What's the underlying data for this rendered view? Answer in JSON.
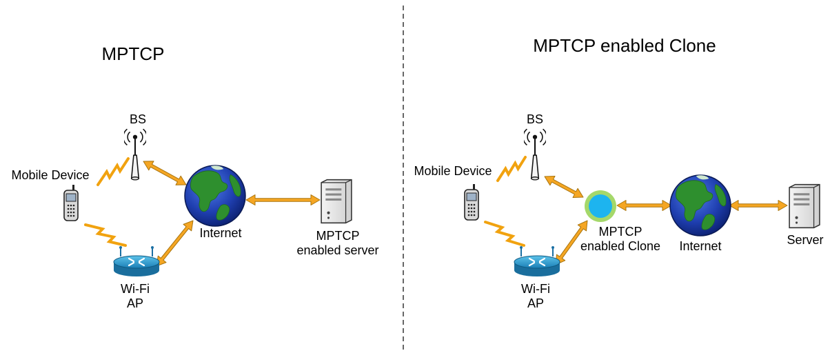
{
  "left_panel": {
    "title": "MPTCP",
    "labels": {
      "bs": "BS",
      "mobile_device": "Mobile Device",
      "internet": "Internet",
      "server_line1": "MPTCP",
      "server_line2": "enabled server",
      "wifi_line1": "Wi-Fi",
      "wifi_line2": "AP"
    }
  },
  "right_panel": {
    "title": "MPTCP enabled Clone",
    "labels": {
      "bs": "BS",
      "mobile_device": "Mobile Device",
      "clone_line1": "MPTCP",
      "clone_line2": "enabled Clone",
      "internet": "Internet",
      "server": "Server",
      "wifi_line1": "Wi-Fi",
      "wifi_line2": "AP"
    }
  },
  "colors": {
    "arrow_fill": "#f5a623",
    "arrow_edge": "#a8740e",
    "lightning": "#f1a20f",
    "divider": "#333333",
    "clone_ring": "#a5d86a",
    "clone_core": "#1db4ef",
    "ocean": "#1f3fb0",
    "land": "#2e8f2e"
  },
  "icons": [
    "antenna-tower-icon",
    "mobile-phone-icon",
    "globe-icon",
    "server-icon",
    "wifi-router-icon",
    "lightning-icon",
    "clone-node-icon"
  ]
}
